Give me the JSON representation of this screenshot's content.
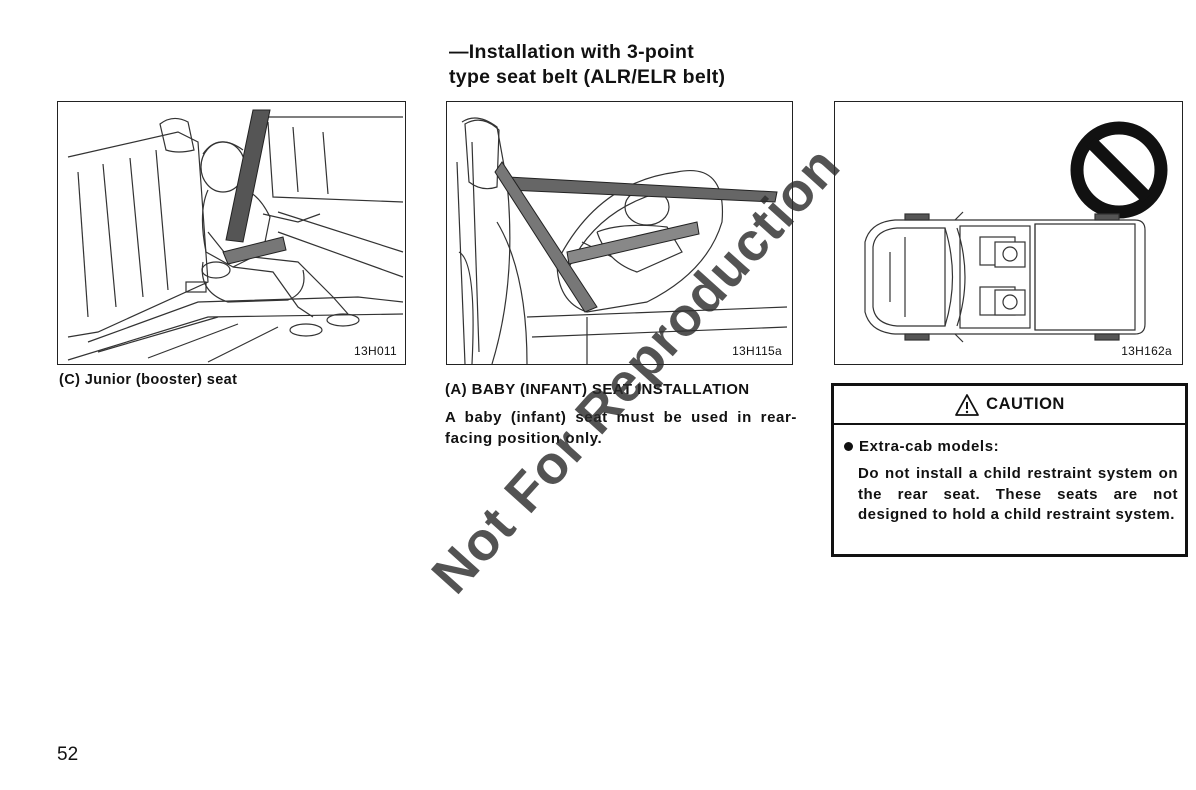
{
  "section_heading": {
    "line1": "—Installation with 3-point",
    "line2": "type seat belt (ALR/ELR belt)"
  },
  "figures": {
    "junior": {
      "code": "13H011",
      "caption": "(C)  Junior  (booster)  seat"
    },
    "baby": {
      "code": "13H115a"
    },
    "prohibited": {
      "code": "13H162a",
      "icon": "prohibition-icon"
    }
  },
  "baby_section": {
    "heading": "(A) BABY (INFANT) SEAT INSTALLATION",
    "text": "A baby (infant) seat must be used in rear-facing position only."
  },
  "caution": {
    "title": "CAUTION",
    "icon": "warning-triangle-icon",
    "bullet_heading": "Extra-cab models:",
    "text": "Do not install a child restraint system on the rear seat. These seats are not designed to hold a child restraint system."
  },
  "watermark": "Not For Reproduction",
  "page_number": "52"
}
